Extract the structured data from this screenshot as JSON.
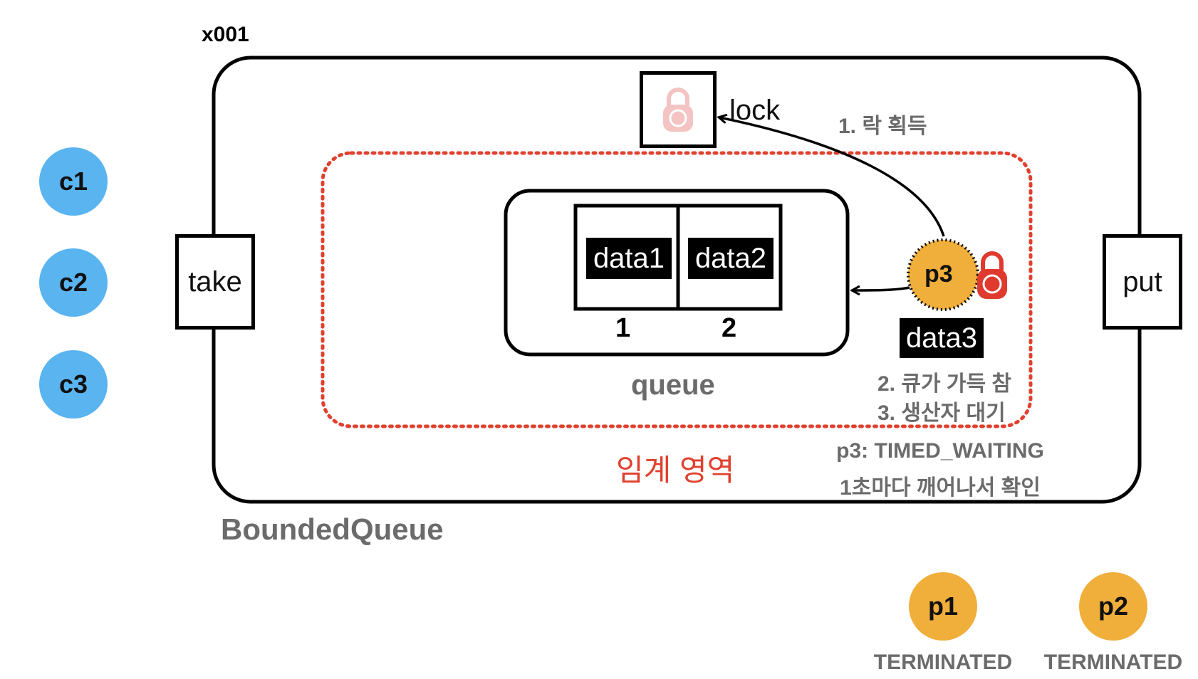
{
  "object_id": "x001",
  "container_label": "BoundedQueue",
  "lock_label": "lock",
  "take_label": "take",
  "put_label": "put",
  "queue_label": "queue",
  "critical_section_label": "임계 영역",
  "queue_slots": [
    {
      "data": "data1",
      "index": "1"
    },
    {
      "data": "data2",
      "index": "2"
    }
  ],
  "consumers": [
    "c1",
    "c2",
    "c3"
  ],
  "active_producer": {
    "name": "p3",
    "data": "data3"
  },
  "steps": {
    "step1": "1. 락 획득",
    "step2": "2. 큐가 가득 참",
    "step3": "3. 생산자 대기"
  },
  "p3_state": "p3: TIMED_WAITING",
  "p3_state_note": "1초마다 깨어나서 확인",
  "terminated_producers": [
    {
      "name": "p1",
      "state": "TERMINATED"
    },
    {
      "name": "p2",
      "state": "TERMINATED"
    }
  ],
  "colors": {
    "consumer": "#5ab4f0",
    "producer": "#f0ae3a",
    "critical_border": "#e0412e",
    "lock_faded": "#f4c3c3",
    "lock_held": "#e03a2f"
  },
  "icons": [
    "lock-icon-faded",
    "lock-icon-held"
  ]
}
